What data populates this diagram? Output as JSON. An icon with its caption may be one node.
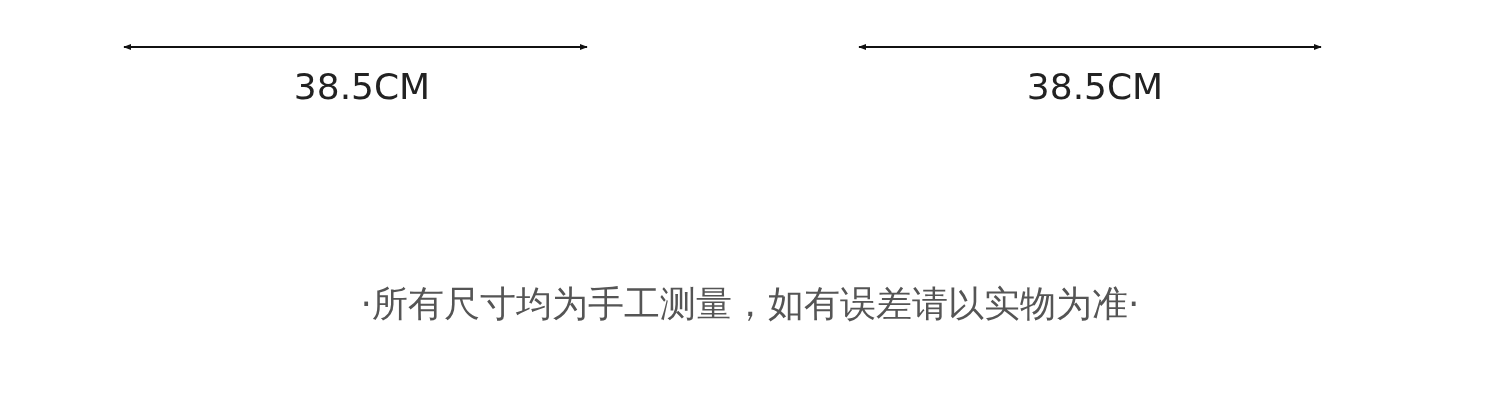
{
  "diagram": {
    "labels": [
      "38.5CM",
      "38.5CM",
      "·所有尺寸均为手工测量，如有误差请以实物为准·"
    ]
  }
}
